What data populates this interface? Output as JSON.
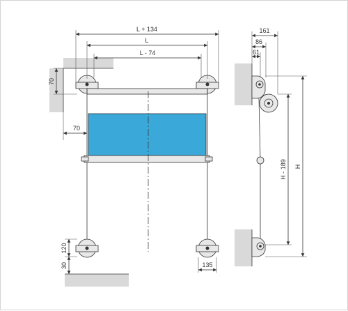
{
  "diagram": {
    "front_view": {
      "dimensions": {
        "overall_width": "L + 134",
        "width": "L",
        "inner_width": "L - 74",
        "wall_height": "70",
        "wall_offset": "70",
        "bottom_bracket_height": "120",
        "floor_gap": "30",
        "bracket_width": "135"
      }
    },
    "side_view": {
      "dimensions": {
        "depth_outer": "161",
        "depth_middle": "86",
        "depth_inner": "61",
        "travel_height": "H - 189",
        "total_height": "H"
      }
    }
  },
  "colors": {
    "fabric": "#3aa8d8",
    "wall": "#d9d9d9",
    "line": "#333333"
  }
}
